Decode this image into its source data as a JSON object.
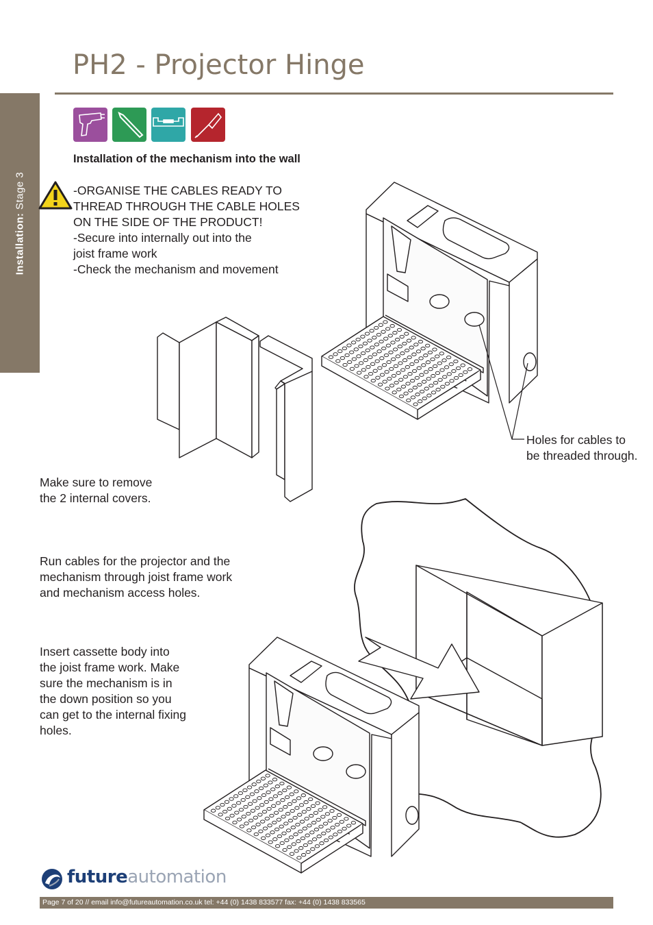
{
  "sidebar": {
    "label_bold": "Installation:",
    "label_rest": " Stage  3"
  },
  "title": "PH2 - Projector Hinge",
  "tools": [
    "drill-icon",
    "allen-key-icon",
    "spirit-level-icon",
    "screwdriver-icon"
  ],
  "colors": {
    "brand": "#857867",
    "drill": "#9b4f9d",
    "allen_key": "#2d9a55",
    "level": "#2fa7a7",
    "screwdriver": "#b5252d"
  },
  "heading": "Installation of the mechanism into the wall",
  "instructions": [
    "-ORGANISE THE CABLES READY TO",
    "THREAD THROUGH THE CABLE HOLES",
    "ON THE SIDE OF THE PRODUCT!",
    "-Secure into internally out into the",
    "joist frame work",
    "-Check the mechanism and movement"
  ],
  "callout_holes": [
    "Holes for cables to",
    "be threaded through."
  ],
  "note_covers": [
    "Make sure to remove",
    "the 2 internal  covers."
  ],
  "note_cables": [
    "Run cables for the projector and the",
    "mechanism through joist frame work",
    "and mechanism access holes."
  ],
  "note_insert": [
    "Insert cassette body into",
    "the joist frame work. Make",
    "sure the mechanism is in",
    "the down position so you",
    "can get to the internal fixing",
    "holes."
  ],
  "logo": {
    "part1": "future",
    "part2": "automation"
  },
  "footer": "Page 7 of 20 // email info@futureautomation.co.uk  tel: +44 (0) 1438 833577  fax: +44 (0) 1438 833565"
}
